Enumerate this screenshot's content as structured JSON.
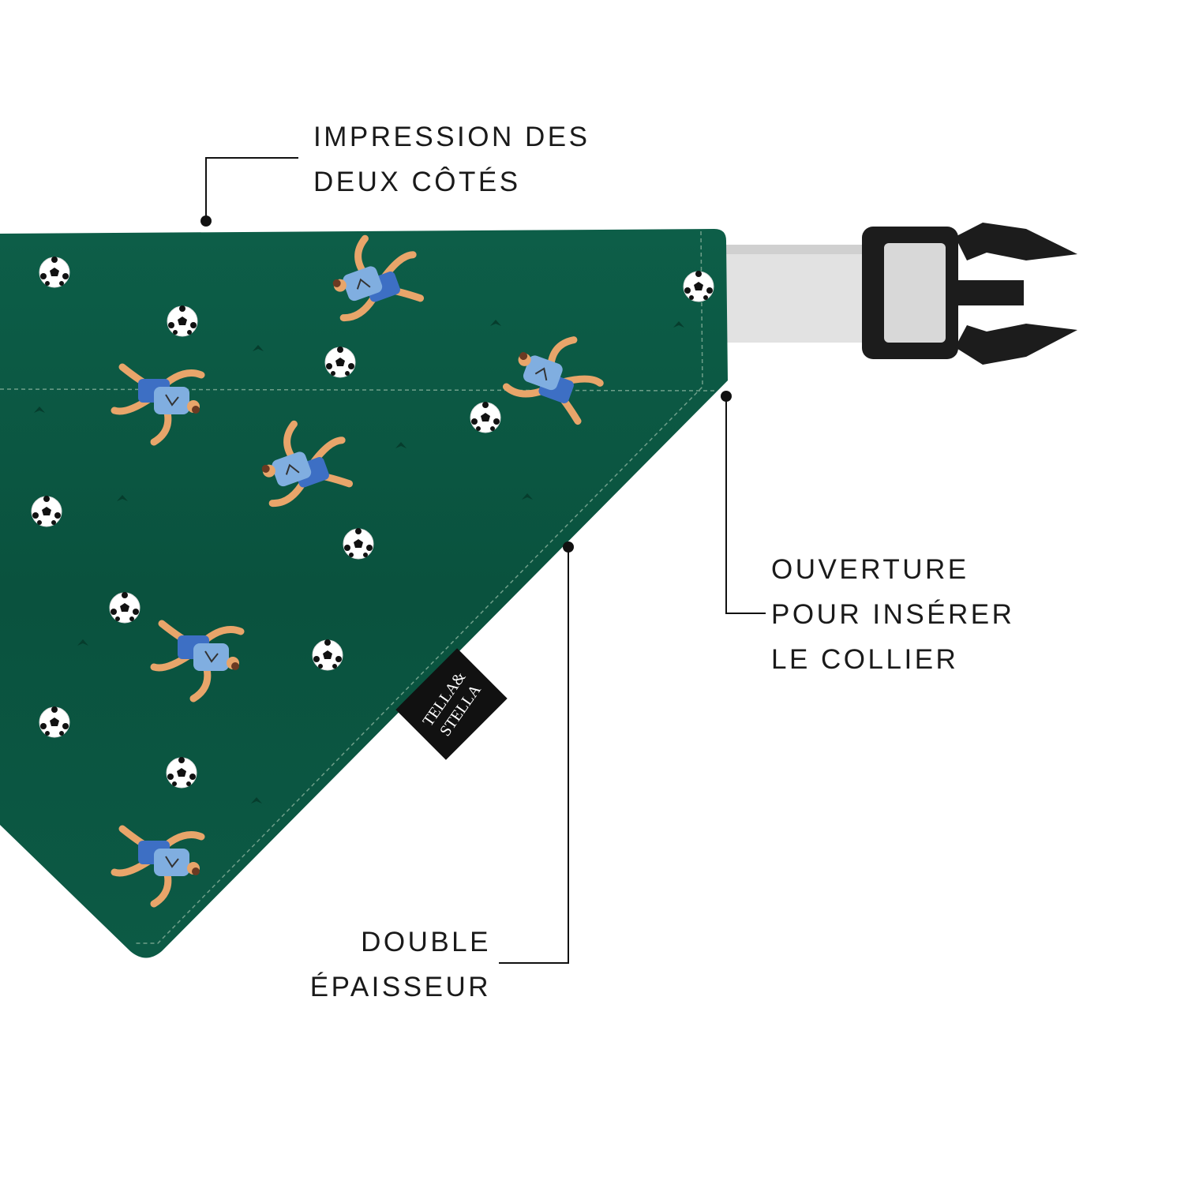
{
  "callouts": {
    "double_sided_print": {
      "lines": [
        "IMPRESSION DES",
        "DEUX CÔTÉS"
      ]
    },
    "collar_opening": {
      "lines": [
        "OUVERTURE",
        "POUR INSÉRER",
        "LE COLLIER"
      ]
    },
    "double_layer": {
      "lines": [
        "DOUBLE",
        "ÉPAISSEUR"
      ]
    }
  },
  "label": {
    "brand_line1": "TELLA&",
    "brand_line2": "STELLA"
  },
  "colors": {
    "fabric": "#0b5a45",
    "strap": "#e2e2e2",
    "buckle": "#1c1c1c",
    "jersey": "#7aa7dc",
    "line": "#111111"
  }
}
